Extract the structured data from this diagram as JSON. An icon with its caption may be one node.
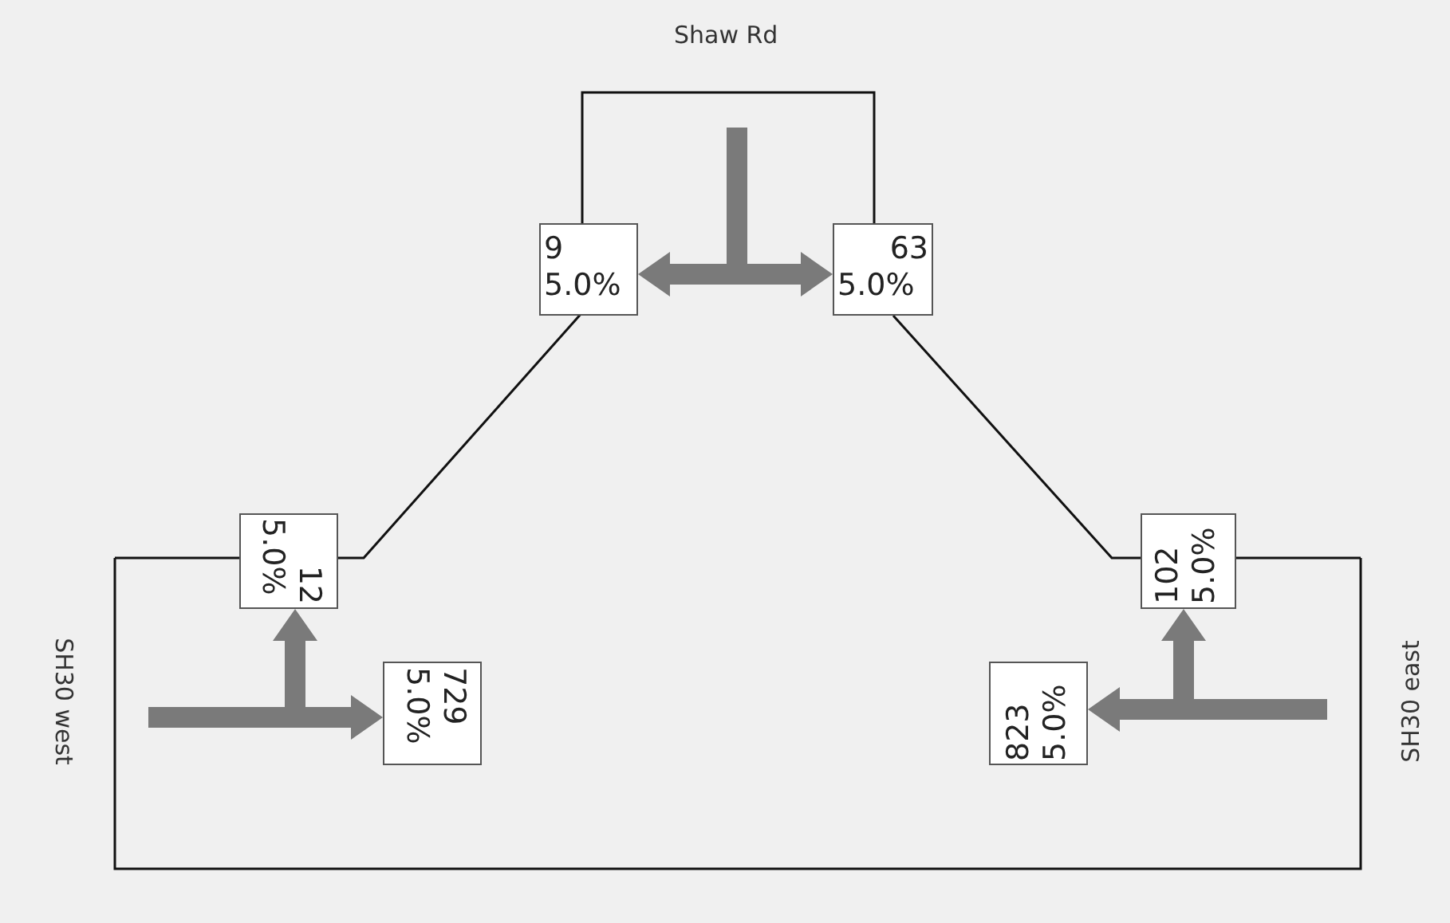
{
  "diagram": {
    "nodes": [
      {
        "text": [
          "9",
          "5.0%"
        ]
      },
      {
        "text": [
          "63",
          "5.0%"
        ]
      },
      {
        "text": [
          "12",
          "5.0%"
        ]
      },
      {
        "text": [
          "729",
          "5.0%"
        ]
      },
      {
        "text": [
          "102",
          "5.0%"
        ]
      },
      {
        "text": [
          "823",
          "5.0%"
        ]
      }
    ],
    "edges": [
      {
        "from": null,
        "to": 0,
        "arrow": "to"
      },
      {
        "from": null,
        "to": 1,
        "arrow": "to"
      },
      {
        "from": null,
        "to": 2,
        "arrow": "to"
      },
      {
        "from": null,
        "to": 3,
        "arrow": "to"
      },
      {
        "from": null,
        "to": 4,
        "arrow": "to"
      },
      {
        "from": null,
        "to": 5,
        "arrow": "to"
      }
    ],
    "labels": [
      "Shaw Rd",
      "SH30 west",
      "SH30 east"
    ]
  }
}
